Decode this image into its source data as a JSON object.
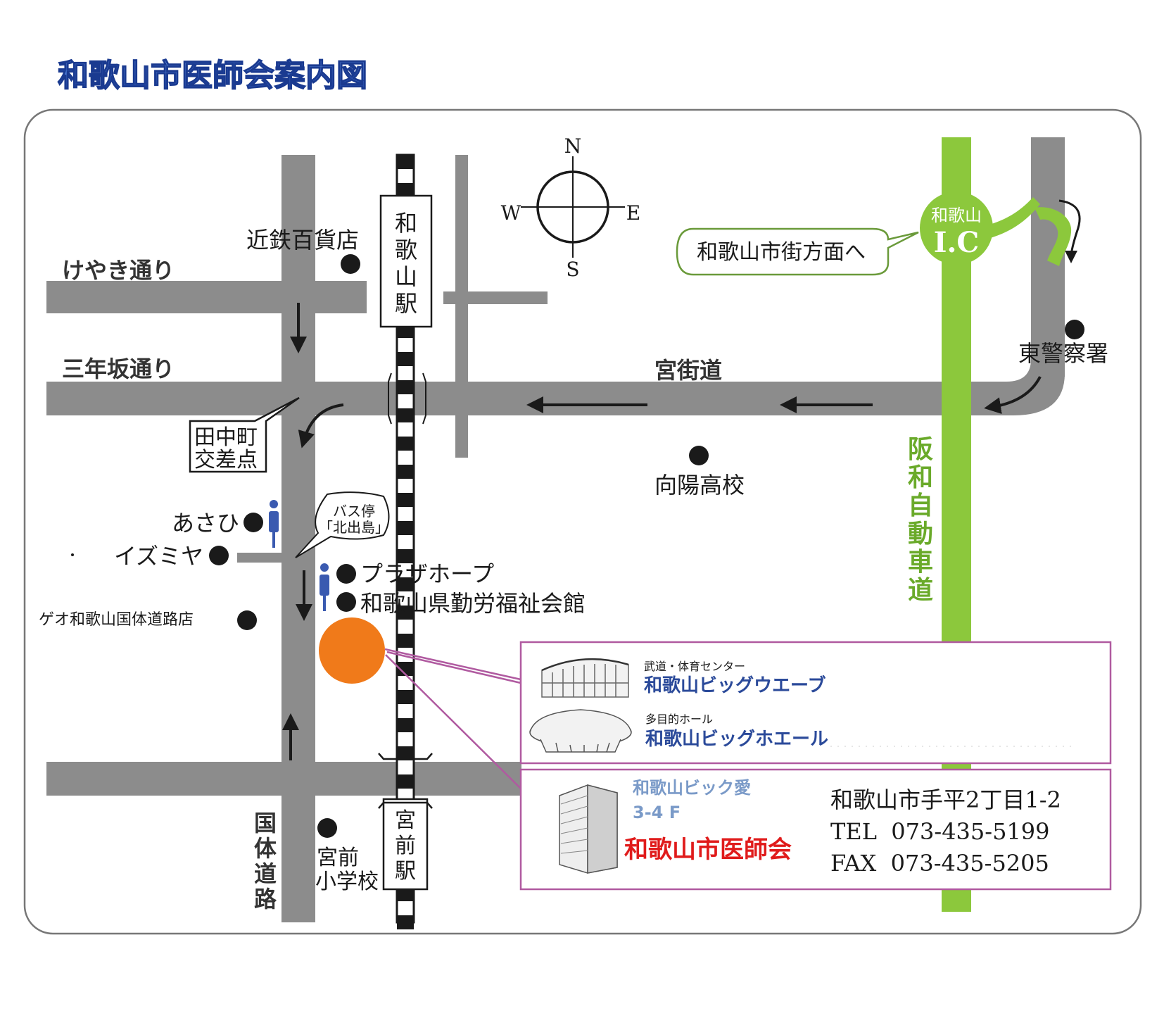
{
  "title": "和歌山市医師会案内図",
  "compass": {
    "n": "N",
    "s": "S",
    "e": "E",
    "w": "W"
  },
  "roads": {
    "keyaki": "けやき通り",
    "sannenzaka": "三年坂通り",
    "miyakaido": "宮街道",
    "kokutai": "国体道路",
    "hanwa": "阪和自動車道"
  },
  "stations": {
    "wakayama": "和歌山駅",
    "miyamae": "宮前駅"
  },
  "landmarks": {
    "kintetsu": "近鉄百貨店",
    "higashi_police": "東警察署",
    "koyo": "向陽高校",
    "asahi": "あさひ",
    "izumiya": "イズミヤ",
    "plaza_hope": "プラザホープ",
    "kinro": "和歌山県勤労福祉会館",
    "geo": "ゲオ和歌山国体道路店",
    "miyamae_school_1": "宮前",
    "miyamae_school_2": "小学校",
    "bus_stop_1": "バス停",
    "bus_stop_2": "「北出島」"
  },
  "intersection": {
    "line1": "田中町",
    "line2": "交差点"
  },
  "ic": {
    "name": "和歌山",
    "code": "I.C",
    "callout": "和歌山市街方面へ"
  },
  "info_top": {
    "line1_small": "武道・体育センター",
    "line1_big": "和歌山ビッグウエーブ",
    "line2_small": "多目的ホール",
    "line2_big": "和歌山ビッグホエール"
  },
  "info_bottom": {
    "building": "和歌山ビック愛",
    "floor": "3-4 F",
    "org": "和歌山市医師会",
    "address": "和歌山市手平2丁目1-2",
    "tel": "TEL  073-435-5199",
    "fax": "FAX  073-435-5205"
  },
  "colors": {
    "road": "#8c8c8c",
    "expressway": "#8cc83c",
    "marker": "#f07a1a",
    "callout_border": "#b05aa0",
    "title_blue": "#2d5fc8",
    "org_red": "#e01b1b",
    "bus_icon": "#3a5ab0"
  },
  "icons": [
    "compass-icon",
    "bus-stop-icon",
    "building-icon",
    "arena-icon",
    "dome-icon"
  ]
}
